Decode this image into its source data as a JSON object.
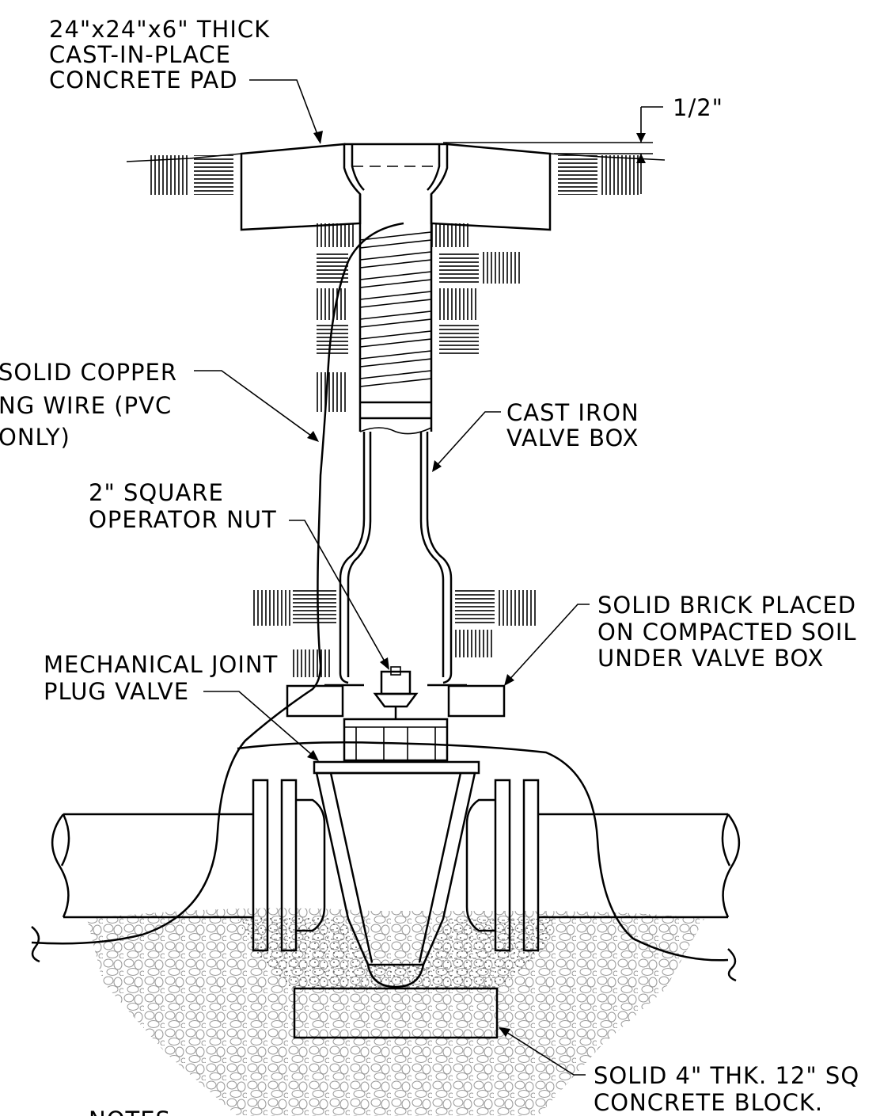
{
  "labels": {
    "pad": [
      "24\"x24\"x6\" THICK",
      "CAST-IN-PLACE",
      "CONCRETE PAD"
    ],
    "dimension": "1/2\"",
    "wire": [
      "SOLID COPPER",
      "NG WIRE (PVC",
      "ONLY)"
    ],
    "valve_box": [
      "CAST IRON",
      "VALVE BOX"
    ],
    "operator_nut": [
      "2\" SQUARE",
      "OPERATOR NUT"
    ],
    "brick": [
      "SOLID BRICK PLACED",
      "ON COMPACTED SOIL",
      "UNDER VALVE BOX"
    ],
    "plug_valve": [
      "MECHANICAL JOINT",
      "PLUG VALVE"
    ],
    "block": [
      "SOLID 4\" THK. 12\" SQ",
      "CONCRETE BLOCK."
    ],
    "notes": "NOTES"
  }
}
